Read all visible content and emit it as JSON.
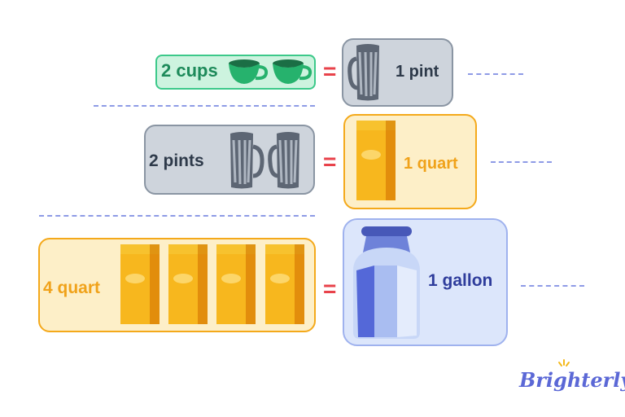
{
  "rows": [
    {
      "left_label": "2 cups",
      "equals": "=",
      "right_label": "1 pint"
    },
    {
      "left_label": "2 pints",
      "equals": "=",
      "right_label": "1 quart"
    },
    {
      "left_label": "4 quart",
      "equals": "=",
      "right_label": "1 gallon"
    }
  ],
  "brand": "Brighterly",
  "colors": {
    "cups_fill": "#cdf3df",
    "cups_border": "#3cc98a",
    "cups_text": "#1d8a5a",
    "pint_fill": "#ced4dc",
    "pint_border": "#8a95a3",
    "pint_text": "#2e3a4a",
    "quart_fill": "#fdefc8",
    "quart_border": "#f4a91b",
    "quart_text": "#f0a21a",
    "gallon_fill": "#dce6fb",
    "gallon_border": "#9fb2ee",
    "gallon_text": "#2f3d9c",
    "equals": "#e8424a",
    "dash": "#8e9be6",
    "brand": "#5b68d6"
  },
  "icons": [
    "cup-icon",
    "mug-icon",
    "milk-carton-icon",
    "jug-icon"
  ]
}
